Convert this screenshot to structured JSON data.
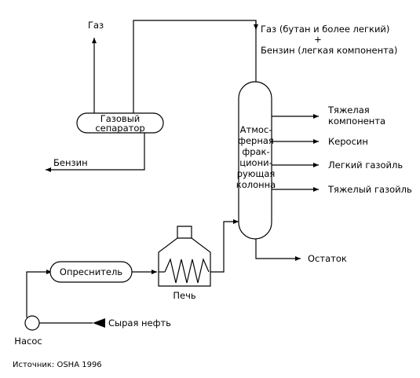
{
  "labels": {
    "gas_top_left": "Газ",
    "gas_separator_line1": "Газовый",
    "gas_separator_line2": "сепаратор",
    "gasoline_left": "Бензин",
    "gas_top_right_line1": "Газ (бутан и более легкий)",
    "gas_top_right_plus": "+",
    "gas_top_right_line2": "Бензин (легкая компонента)",
    "column_line1": "Атмос-",
    "column_line2": "ферная",
    "column_line3": "фрак-",
    "column_line4": "циони-",
    "column_line5": "рующая",
    "column_line6": "колонна",
    "heavy_component_line1": "Тяжелая",
    "heavy_component_line2": "компонента",
    "kerosene": "Керосин",
    "light_gasoil": "Легкий газойль",
    "heavy_gasoil": "Тяжелый газойль",
    "residue": "Остаток",
    "desalter": "Опреснитель",
    "furnace": "Печь",
    "pump": "Насос",
    "crude_oil": "Сырая нефть",
    "source": "Источник: OSHA 1996"
  },
  "colors": {
    "line": "#000000",
    "background": "#ffffff"
  }
}
